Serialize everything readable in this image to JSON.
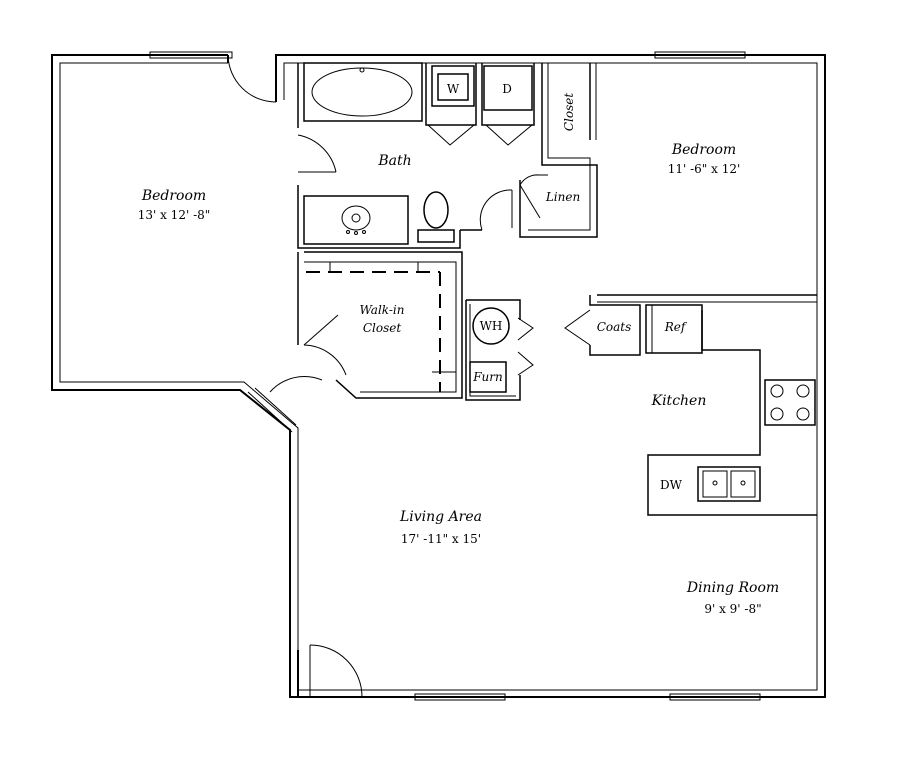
{
  "rooms": {
    "bedroom_left": {
      "name": "Bedroom",
      "size": "13' x 12' -8\""
    },
    "bedroom_right": {
      "name": "Bedroom",
      "size": "11' -6\" x 12'"
    },
    "bath": {
      "name": "Bath"
    },
    "walk_in": {
      "line1": "Walk-in",
      "line2": "Closet"
    },
    "closet": {
      "name": "Closet"
    },
    "linen": {
      "name": "Linen"
    },
    "coats": {
      "name": "Coats"
    },
    "kitchen": {
      "name": "Kitchen"
    },
    "living": {
      "name": "Living Area",
      "size": "17' -11\" x 15'"
    },
    "dining": {
      "name": "Dining Room",
      "size": "9' x 9' -8\""
    }
  },
  "fixtures": {
    "washer": "W",
    "dryer": "D",
    "water_heater": "WH",
    "furnace": "Furn",
    "refrigerator": "Ref",
    "dishwasher": "DW"
  }
}
